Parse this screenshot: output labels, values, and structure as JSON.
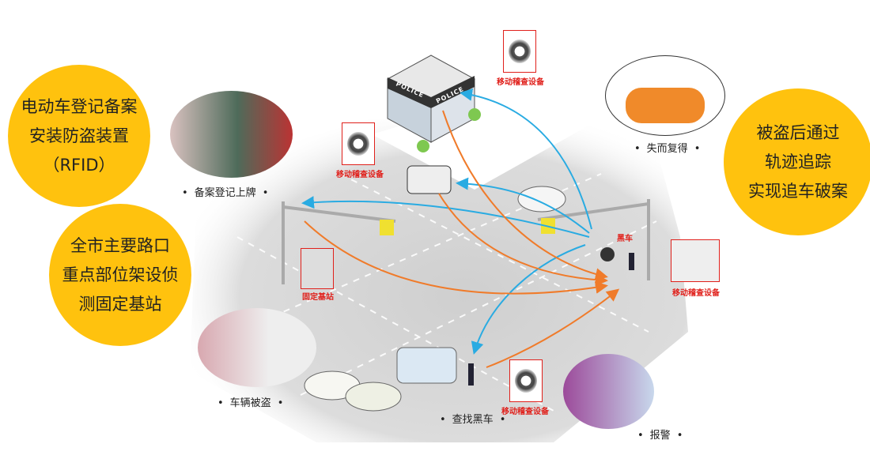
{
  "left_top_circle": {
    "lines": [
      "电动车登记备案",
      "安装防盗装置",
      "（RFID）"
    ]
  },
  "left_bottom_circle": {
    "lines": [
      "全市主要路口",
      "重点部位架设侦",
      "测固定基站"
    ]
  },
  "right_circle": {
    "lines": [
      "被盗后通过",
      "轨迹追踪",
      "实现追车破案"
    ]
  },
  "captions": {
    "registration": "备案登记上牌",
    "recovered": "失而复得",
    "stolen": "车辆被盗",
    "search": "查找黑车",
    "report": "报警"
  },
  "device_labels": {
    "police_station": "移动稽查设备",
    "police_car": "移动稽查设备",
    "officer_right": "移动稽查设备",
    "officer_bottom": "移动稽查设备"
  },
  "fixed_station_label": "固定基站",
  "stolen_bike_label": "黑车",
  "police_sign": "POLICE",
  "colors": {
    "yellow": "#FFC20E",
    "signal_blue": "#29abe2",
    "signal_orange": "#f07b2a",
    "label_red": "#e0201b"
  }
}
